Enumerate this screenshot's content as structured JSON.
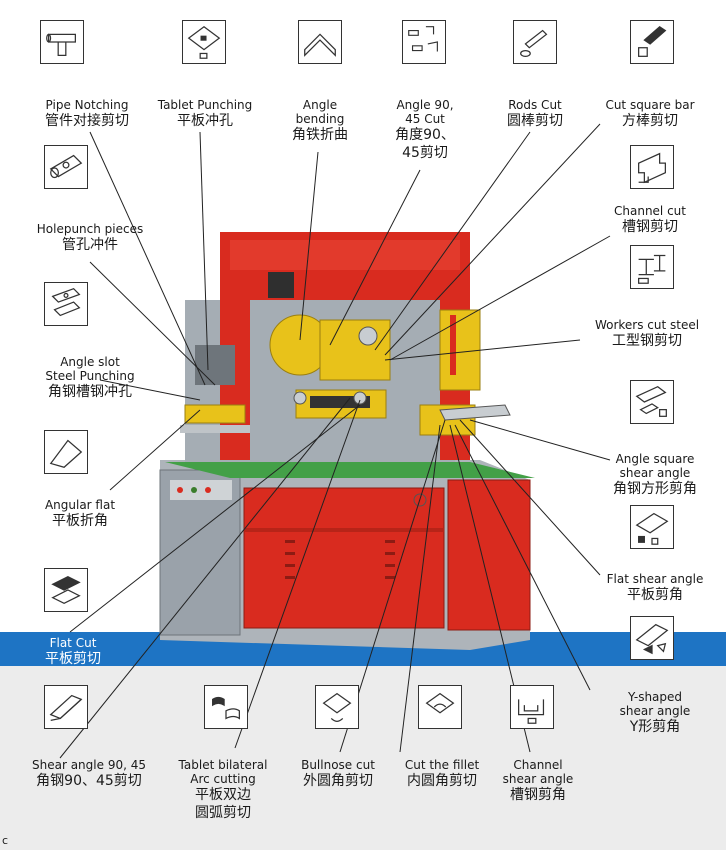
{
  "colors": {
    "band_blue": "#1e74c4",
    "band_grey": "#e8e8e8",
    "machine_red": "#d92b1f",
    "machine_yellow": "#e8c21a",
    "machine_grey": "#9aa2aa",
    "base_green": "#43a047"
  },
  "labels": {
    "pipe_notching": {
      "en": "Pipe Notching",
      "zh": "管件对接剪切"
    },
    "tablet_punching": {
      "en": "Tablet Punching",
      "zh": "平板冲孔"
    },
    "angle_bending": {
      "en1": "Angle",
      "en2": "bending",
      "zh": "角铁折曲"
    },
    "angle_90_45": {
      "en1": "Angle 90,",
      "en2": "45 Cut",
      "zh1": "角度90、",
      "zh2": "45剪切"
    },
    "rods_cut": {
      "en": "Rods Cut",
      "zh": "圆棒剪切"
    },
    "cut_square_bar": {
      "en": "Cut square bar",
      "zh": "方棒剪切"
    },
    "holepunch": {
      "en": "Holepunch pieces",
      "zh": "管孔冲件"
    },
    "channel_cut": {
      "en": "Channel cut",
      "zh": "槽钢剪切"
    },
    "workers_cut": {
      "en": "Workers cut steel",
      "zh": "工型钢剪切"
    },
    "angle_slot": {
      "en1": "Angle slot",
      "en2": "Steel Punching",
      "zh": "角钢槽钢冲孔"
    },
    "angle_square": {
      "en1": "Angle square",
      "en2": "shear angle",
      "zh": "角钢方形剪角"
    },
    "angular_flat": {
      "en": "Angular flat",
      "zh": "平板折角"
    },
    "flat_shear_angle": {
      "en": "Flat shear angle",
      "zh": "平板剪角"
    },
    "flat_cut": {
      "en": "Flat Cut",
      "zh": "平板剪切"
    },
    "y_shaped": {
      "en1": "Y-shaped",
      "en2": "shear angle",
      "zh": "Y形剪角"
    },
    "shear_angle_90_45": {
      "en": "Shear angle 90, 45",
      "zh": "角钢90、45剪切"
    },
    "tablet_bilateral": {
      "en1": "Tablet bilateral",
      "en2": "Arc cutting",
      "zh1": "平板双边",
      "zh2": "圆弧剪切"
    },
    "bullnose_cut": {
      "en": "Bullnose cut",
      "zh": "外圆角剪切"
    },
    "cut_the_fillet": {
      "en": "Cut the fillet",
      "zh": "内圆角剪切"
    },
    "channel_shear": {
      "en1": "Channel",
      "en2": "shear angle",
      "zh": "槽钢剪角"
    }
  },
  "icons": [
    "pipe-icon",
    "plate-punch-icon",
    "angle-bend-icon",
    "angle-cut-icon",
    "rods-icon",
    "square-bar-icon",
    "holepunch-pipe-icon",
    "channel-icon",
    "i-beam-icon",
    "angle-slot-icon",
    "angle-square-icon",
    "angular-flat-icon",
    "flat-shear-icon",
    "flat-cut-icon",
    "y-shape-icon",
    "shear-angle-icon",
    "arc-cut-icon",
    "bullnose-icon",
    "fillet-icon",
    "channel-shear-icon"
  ],
  "corner_mark": "c"
}
